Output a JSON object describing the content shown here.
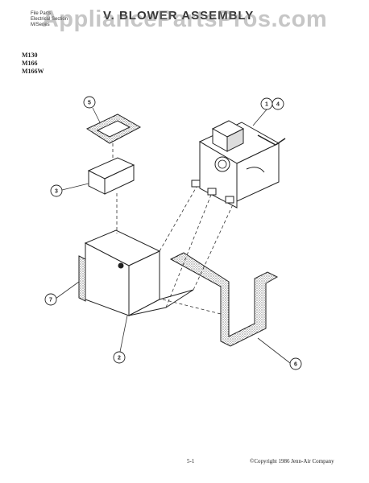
{
  "watermark": "AppliancePartsPros.com",
  "header": {
    "line1": "File Parts",
    "line2": "Electrical Section",
    "line3": "M/Series",
    "title": "V. BLOWER ASSEMBLY"
  },
  "models": [
    "M130",
    "M166",
    "M166W"
  ],
  "callouts": [
    {
      "id": "c1",
      "label": "1"
    },
    {
      "id": "c4",
      "label": "4"
    },
    {
      "id": "c5",
      "label": "5"
    },
    {
      "id": "c3",
      "label": "3"
    },
    {
      "id": "c7",
      "label": "7"
    },
    {
      "id": "c2",
      "label": "2"
    },
    {
      "id": "c6",
      "label": "6"
    }
  ],
  "footer": {
    "page": "5-1",
    "copyright": "©Copyright 1986 Jenn-Air Company"
  }
}
